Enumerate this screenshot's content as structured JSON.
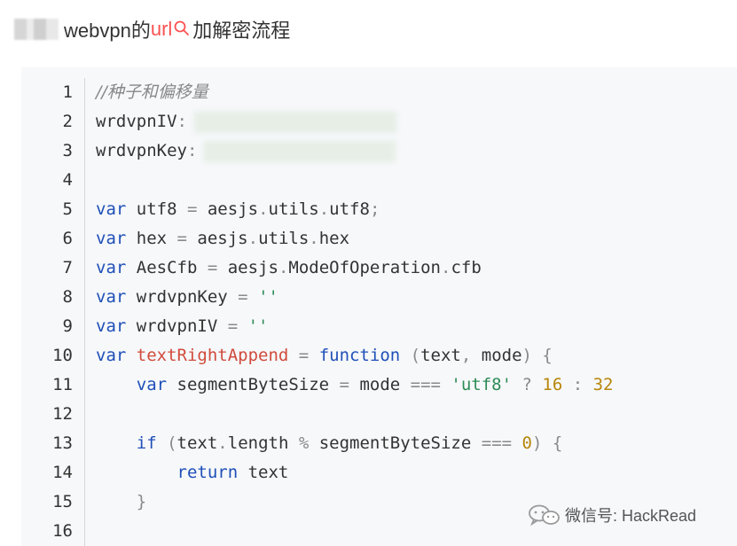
{
  "heading": {
    "prefix": "webvpn的",
    "link_word": "url",
    "suffix": "加解密流程",
    "link_color": "#fa5151"
  },
  "code": {
    "line_numbers": [
      "1",
      "2",
      "3",
      "4",
      "5",
      "6",
      "7",
      "8",
      "9",
      "10",
      "11",
      "12",
      "13",
      "14",
      "15",
      "16"
    ],
    "lines": [
      [
        {
          "t": "//种子和偏移量",
          "c": "com"
        }
      ],
      [
        {
          "t": "wrdvpnIV",
          "c": "plain"
        },
        {
          "t": ":",
          "c": "op"
        },
        {
          "blur": "wide"
        }
      ],
      [
        {
          "t": "wrdvpnKey",
          "c": "plain"
        },
        {
          "t": ":",
          "c": "op"
        },
        {
          "blur": "wide"
        }
      ],
      [],
      [
        {
          "t": "var",
          "c": "kw"
        },
        {
          "t": " utf8 ",
          "c": "plain"
        },
        {
          "t": "=",
          "c": "op"
        },
        {
          "t": " aesjs",
          "c": "plain"
        },
        {
          "t": ".",
          "c": "op"
        },
        {
          "t": "utils",
          "c": "plain"
        },
        {
          "t": ".",
          "c": "op"
        },
        {
          "t": "utf8",
          "c": "plain"
        },
        {
          "t": ";",
          "c": "op"
        }
      ],
      [
        {
          "t": "var",
          "c": "kw"
        },
        {
          "t": " hex ",
          "c": "plain"
        },
        {
          "t": "=",
          "c": "op"
        },
        {
          "t": " aesjs",
          "c": "plain"
        },
        {
          "t": ".",
          "c": "op"
        },
        {
          "t": "utils",
          "c": "plain"
        },
        {
          "t": ".",
          "c": "op"
        },
        {
          "t": "hex",
          "c": "plain"
        }
      ],
      [
        {
          "t": "var",
          "c": "kw"
        },
        {
          "t": " AesCfb ",
          "c": "plain"
        },
        {
          "t": "=",
          "c": "op"
        },
        {
          "t": " aesjs",
          "c": "plain"
        },
        {
          "t": ".",
          "c": "op"
        },
        {
          "t": "ModeOfOperation",
          "c": "plain"
        },
        {
          "t": ".",
          "c": "op"
        },
        {
          "t": "cfb",
          "c": "plain"
        }
      ],
      [
        {
          "t": "var",
          "c": "kw"
        },
        {
          "t": " wrdvpnKey ",
          "c": "plain"
        },
        {
          "t": "=",
          "c": "op"
        },
        {
          "t": " ''",
          "c": "str"
        }
      ],
      [
        {
          "t": "var",
          "c": "kw"
        },
        {
          "t": " wrdvpnIV ",
          "c": "plain"
        },
        {
          "t": "=",
          "c": "op"
        },
        {
          "t": " ''",
          "c": "str"
        }
      ],
      [
        {
          "t": "var",
          "c": "kw"
        },
        {
          "t": " textRightAppend",
          "c": "fn"
        },
        {
          "t": " =",
          "c": "op"
        },
        {
          "t": " function",
          "c": "kw"
        },
        {
          "t": " (",
          "c": "op"
        },
        {
          "t": "text",
          "c": "plain"
        },
        {
          "t": ",",
          "c": "op"
        },
        {
          "t": " mode",
          "c": "plain"
        },
        {
          "t": ")",
          "c": "op"
        },
        {
          "t": " {",
          "c": "op"
        }
      ],
      [
        {
          "t": "    var",
          "c": "kw"
        },
        {
          "t": " segmentByteSize ",
          "c": "plain"
        },
        {
          "t": "=",
          "c": "op"
        },
        {
          "t": " mode ",
          "c": "plain"
        },
        {
          "t": "===",
          "c": "op"
        },
        {
          "t": " 'utf8'",
          "c": "str"
        },
        {
          "t": " ?",
          "c": "op"
        },
        {
          "t": " 16",
          "c": "num"
        },
        {
          "t": " :",
          "c": "op"
        },
        {
          "t": " 32",
          "c": "num"
        }
      ],
      [],
      [
        {
          "t": "    if",
          "c": "kw"
        },
        {
          "t": " (",
          "c": "op"
        },
        {
          "t": "text",
          "c": "plain"
        },
        {
          "t": ".",
          "c": "op"
        },
        {
          "t": "length ",
          "c": "plain"
        },
        {
          "t": "%",
          "c": "op"
        },
        {
          "t": " segmentByteSize ",
          "c": "plain"
        },
        {
          "t": "===",
          "c": "op"
        },
        {
          "t": " 0",
          "c": "num"
        },
        {
          "t": ")",
          "c": "op"
        },
        {
          "t": " {",
          "c": "op"
        }
      ],
      [
        {
          "t": "        return",
          "c": "kw"
        },
        {
          "t": " text",
          "c": "plain"
        }
      ],
      [
        {
          "t": "    }",
          "c": "op"
        }
      ],
      []
    ]
  },
  "watermark": {
    "text": "微信号: HackRead",
    "icon": "wechat-icon"
  }
}
